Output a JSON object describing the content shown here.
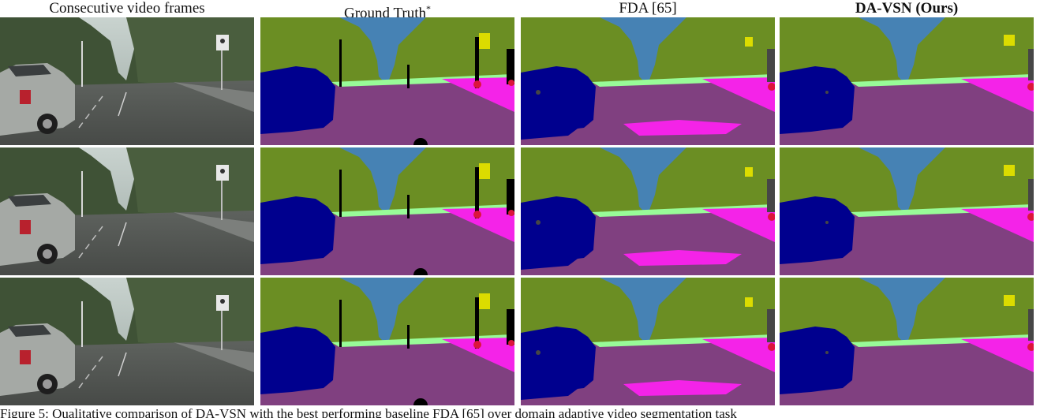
{
  "columns": [
    {
      "title": "Consecutive video frames",
      "kind": "rgb"
    },
    {
      "title": "Ground Truth",
      "superscript": "*",
      "kind": "gt"
    },
    {
      "title": "FDA [65]",
      "kind": "fda"
    },
    {
      "title": "DA-VSN (Ours)",
      "kind": "ours",
      "bold": true
    }
  ],
  "rows": 3,
  "caption": "Figure 5: Qualitative comparison of DA-VSN with the best performing baseline FDA [65] over domain adaptive video segmentation task",
  "palette": {
    "vegetation": "#6b8e23",
    "sky": "#4682b4",
    "road": "#804080",
    "sidewalk": "#f423e8",
    "car": "#00008e",
    "terrain": "#98fb98",
    "traffic_sign": "#dcdc00",
    "person": "#dc143c",
    "pole": "#000000",
    "building": "#464646"
  }
}
